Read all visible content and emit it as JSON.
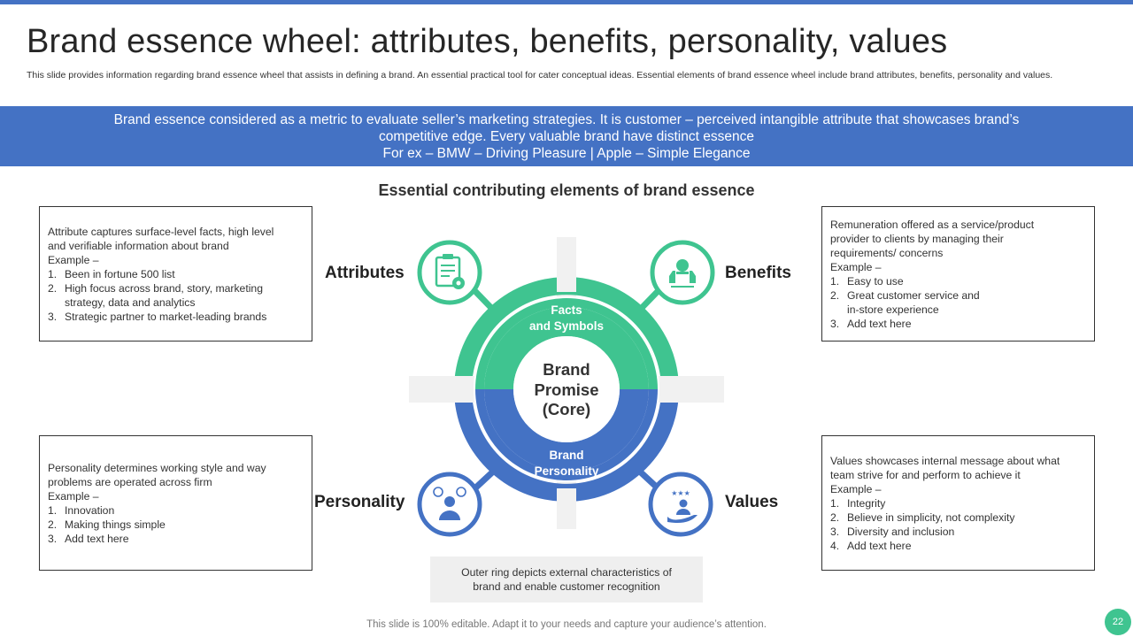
{
  "slide": {
    "title": "Brand essence wheel: attributes, benefits, personality, values",
    "subtitle": "This slide provides information regarding brand essence wheel that assists in defining a brand. An  essential practical tool for cater conceptual ideas. Essential elements of brand essence wheel include brand attributes, benefits, personality and values.",
    "banner_lines": [
      "Brand essence considered as a metric to evaluate seller’s marketing strategies. It is customer – perceived intangible attribute that showcases brand’s",
      "competitive edge. Every valuable brand have distinct essence",
      "For ex – BMW – Driving Pleasure | Apple – Simple Elegance"
    ],
    "section_heading": "Essential contributing elements of brand essence",
    "footer": "This slide is 100% editable. Adapt it to your needs and capture your audience’s attention.",
    "page_number": "22"
  },
  "wheel": {
    "outer_top_lines": [
      "Facts",
      "and Symbols"
    ],
    "outer_bottom_lines": [
      "Brand",
      "Personality"
    ],
    "core_lines": [
      "Brand",
      "Promise",
      "(Core)"
    ],
    "colors": {
      "green": "#3fc490",
      "blue": "#4472c4"
    }
  },
  "labels": {
    "attributes": "Attributes",
    "benefits": "Benefits",
    "personality": "Personality",
    "values": "Values"
  },
  "icons": {
    "attributes": "clipboard-gear-icon",
    "benefits": "thumbs-up-award-icon",
    "personality": "person-emotions-icon",
    "values": "hand-person-stars-icon"
  },
  "boxes": {
    "attributes": {
      "intro": [
        "Attribute captures surface-level  facts, high level",
        "and verifiable  information  about brand",
        "Example –"
      ],
      "items": [
        {
          "num": "1.",
          "lines": [
            "Been in fortune  500 list"
          ]
        },
        {
          "num": "2.",
          "lines": [
            "High focus across brand, story, marketing",
            "strategy, data and analytics"
          ]
        },
        {
          "num": "3.",
          "lines": [
            "Strategic partner to market-leading  brands"
          ]
        }
      ]
    },
    "benefits": {
      "intro": [
        "Remuneration  offered  as a service/product",
        "provider  to clients by managing  their",
        "requirements/  concerns",
        "Example –"
      ],
      "items": [
        {
          "num": "1.",
          "lines": [
            "Easy to use"
          ]
        },
        {
          "num": "2.",
          "lines": [
            "Great  customer service  and",
            "in-store experience"
          ]
        },
        {
          "num": "3.",
          "lines": [
            "Add text here"
          ]
        }
      ]
    },
    "personality": {
      "intro": [
        "Personality determines  working style and way",
        "problems are operated  across firm",
        "Example –"
      ],
      "items": [
        {
          "num": "1.",
          "lines": [
            "Innovation"
          ]
        },
        {
          "num": "2.",
          "lines": [
            "Making things simple"
          ]
        },
        {
          "num": "3.",
          "lines": [
            "Add text here"
          ]
        }
      ]
    },
    "values": {
      "intro": [
        "Values showcases internal  message about  what",
        "team strive for and perform  to achieve  it",
        "Example –"
      ],
      "items": [
        {
          "num": "1.",
          "lines": [
            "Integrity"
          ]
        },
        {
          "num": "2.",
          "lines": [
            "Believe  in simplicity, not complexity"
          ]
        },
        {
          "num": "3.",
          "lines": [
            "Diversity  and inclusion"
          ]
        },
        {
          "num": "4.",
          "lines": [
            "Add text here"
          ]
        }
      ]
    }
  },
  "note": {
    "lines": [
      "Outer ring depicts external characteristics of",
      "brand and enable customer recognition"
    ]
  }
}
